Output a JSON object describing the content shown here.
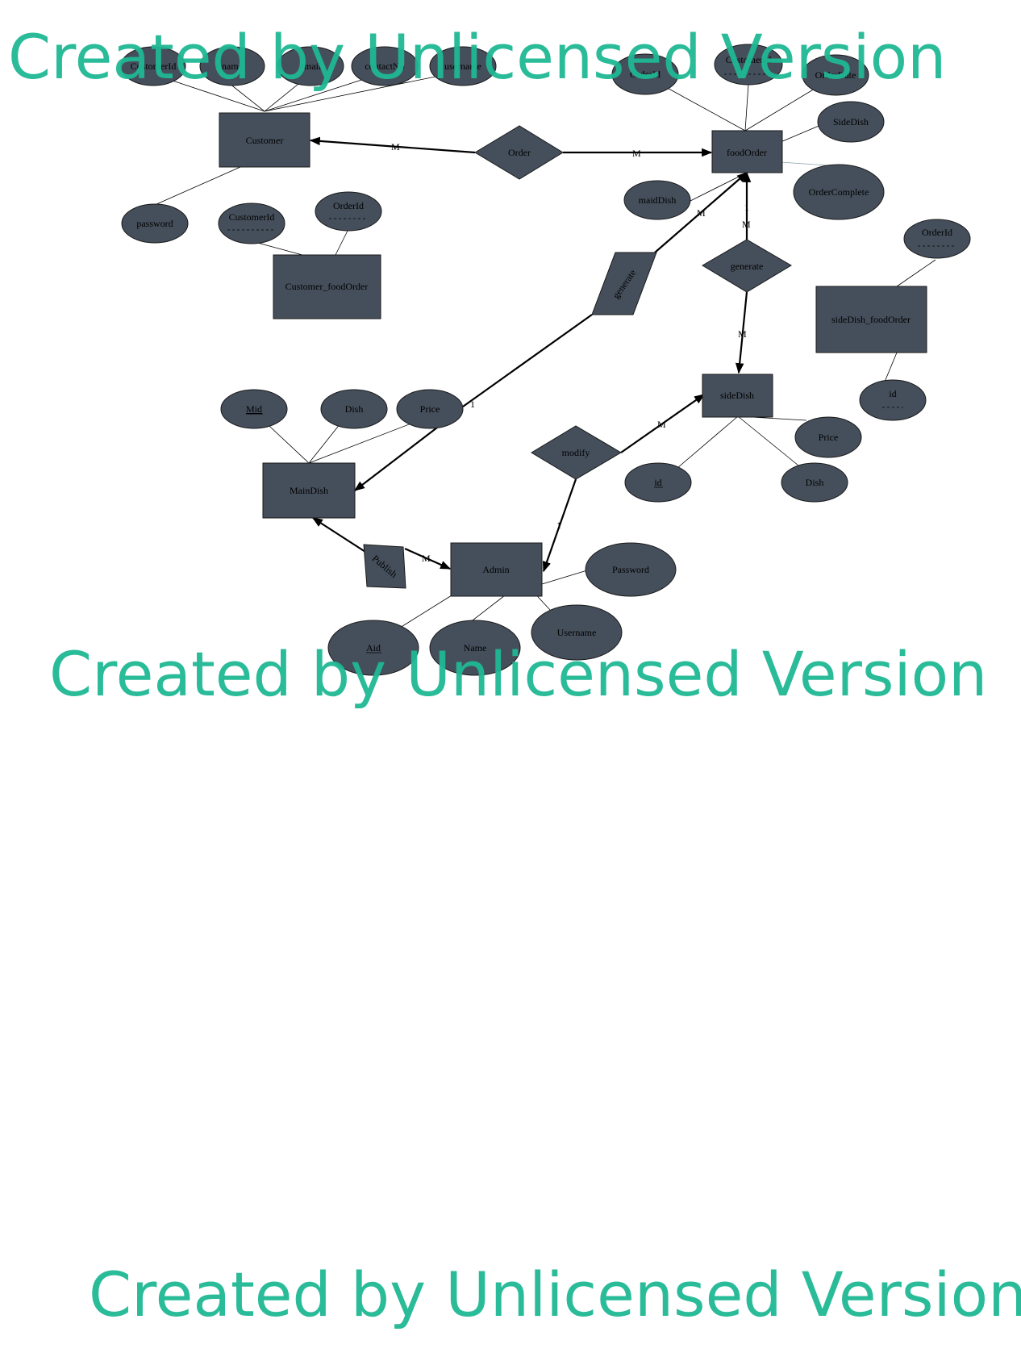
{
  "colors": {
    "shape_fill": "#454f5b",
    "shape_stroke": "#1a1a1a",
    "line": "#000000",
    "text": "#000000",
    "watermark": "#1fb894"
  },
  "entities": {
    "customer": "Customer",
    "food_order": "foodOrder",
    "customer_food_order": "Customer_foodOrder",
    "side_dish_food_order": "sideDish_foodOrder",
    "main_dish": "MainDish",
    "side_dish": "sideDish",
    "admin": "Admin"
  },
  "relationships": {
    "order": "Order",
    "generate_main": "generate",
    "generate_side": "generate",
    "modify": "modify",
    "publish": "Publish"
  },
  "attributes": {
    "customer": [
      "CustomerId",
      "name",
      "email",
      "contactNo",
      "username",
      "password"
    ],
    "food_order": [
      "OrderId",
      "CustomerId",
      "OrderDate",
      "SideDish",
      "OrderComplete",
      "maidDish"
    ],
    "customer_food_order": [
      "CustomerId",
      "OrderId"
    ],
    "side_dish_food_order": [
      "OrderId",
      "id"
    ],
    "main_dish": [
      "Mid",
      "Dish",
      "Price"
    ],
    "side_dish": [
      "Price",
      "id",
      "Dish"
    ],
    "admin": [
      "Password",
      "Aid",
      "Name",
      "Username"
    ]
  },
  "cardinalities": {
    "customer_order": "M",
    "order_food_order": "M",
    "food_order_generate_main": "M",
    "generate_main_main_dish": "1",
    "food_order_generate_side_top": "1",
    "food_order_generate_side_bottom": "M",
    "generate_side_side_dish": "M",
    "modify_side_dish": "M",
    "modify_admin": "1",
    "publish_admin": "M"
  },
  "watermark": {
    "text": "Created by Unlicensed Version"
  }
}
